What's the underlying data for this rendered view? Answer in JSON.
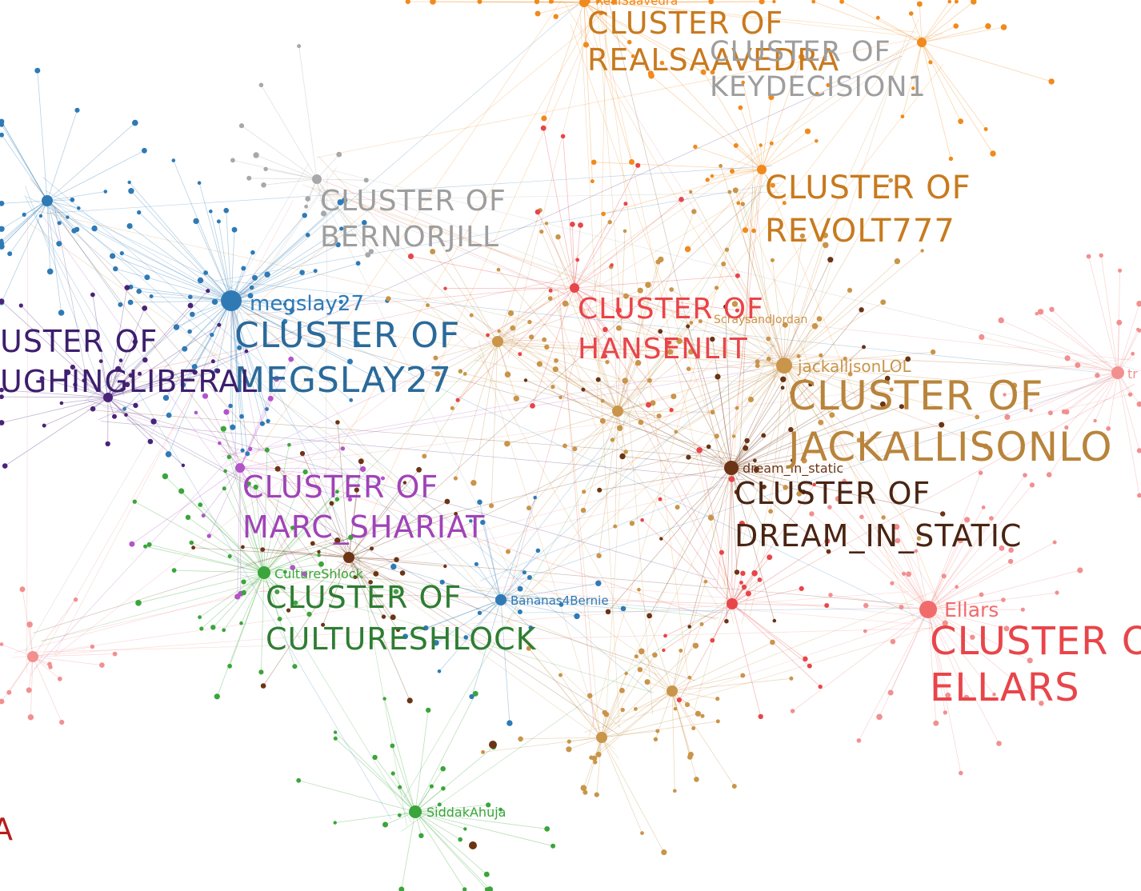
{
  "clusters": [
    {
      "key": "realsaavedra",
      "title_line1": "CLUSTER OF",
      "title_line2": "REALSAAVEDRA",
      "color": "#c87a1e"
    },
    {
      "key": "keydecision1",
      "title_line1": "CLUSTER OF",
      "title_line2": "KEYDECISION1",
      "color": "#9e9e9e"
    },
    {
      "key": "revolt777",
      "title_line1": "CLUSTER OF",
      "title_line2": "REVOLT777",
      "color": "#c87a1e"
    },
    {
      "key": "bernorjill",
      "title_line1": "CLUSTER OF",
      "title_line2": "BERNORJILL",
      "color": "#9e9e9e"
    },
    {
      "key": "hansenlit",
      "title_line1": "CLUSTER OF",
      "title_line2": "HANSENLIT",
      "color": "#e8454a"
    },
    {
      "key": "jackallisonlol",
      "title_line1": "CLUSTER OF",
      "title_line2": "JACKALLISONLO",
      "color": "#b8843c"
    },
    {
      "key": "megslay27",
      "title_line1": "CLUSTER OF",
      "title_line2": "MEGSLAY27",
      "color": "#2a6a9a"
    },
    {
      "key": "laughingliberal",
      "title_line1": "USTER OF",
      "title_line2": "UGHINGLIBERAL",
      "color": "#3d1e6d"
    },
    {
      "key": "marc_shariat",
      "title_line1": "CLUSTER OF",
      "title_line2": "MARC_SHARIAT",
      "color": "#a043b8"
    },
    {
      "key": "dream_in_static",
      "title_line1": "CLUSTER OF",
      "title_line2": "DREAM_IN_STATIC",
      "color": "#4a2412"
    },
    {
      "key": "cultureshlock",
      "title_line1": "CLUSTER OF",
      "title_line2": "CULTURESHLOCK",
      "color": "#2e7d32"
    },
    {
      "key": "ellars",
      "title_line1": "CLUSTER O",
      "title_line2": "ELLARS",
      "color": "#e8454a"
    },
    {
      "key": "edge_a",
      "title_line1": "",
      "title_line2": "A",
      "color": "#b71c1c"
    }
  ],
  "hub_labels": {
    "realsaavedra": "RealSaavedra",
    "megslay27": "megslay27",
    "jackallisonlol": "jackallisonLOL",
    "dream_in_static": "dream_in_static",
    "cultureshlock": "CultureShlock",
    "bananas4bernie": "Bananas4Bernie",
    "ellars": "Ellars",
    "siddakahuja": "SiddakAhuja",
    "scrayssandjordan": "ScraysandJordan",
    "tr": "tr"
  },
  "palette": {
    "orange": "#f08a1c",
    "tan": "#c9954a",
    "gray": "#a8a8a8",
    "red": "#e8454a",
    "blue": "#2f7ab5",
    "purple": "#b254c8",
    "darkpurple": "#4a2378",
    "brown": "#6b3415",
    "green": "#3aa53a",
    "pink": "#f28f8f"
  }
}
